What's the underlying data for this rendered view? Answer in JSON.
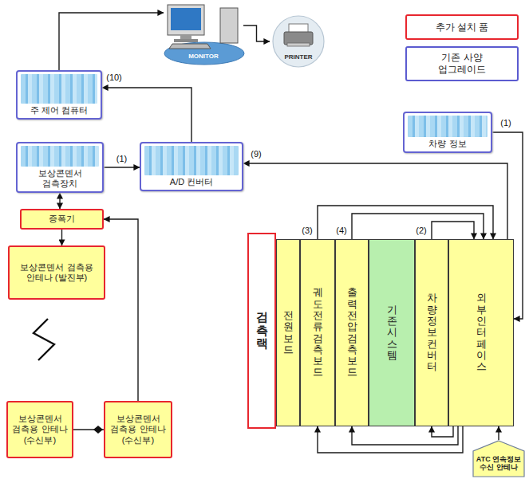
{
  "diagram": {
    "nodes": [
      {
        "text": [
          "MONITOR"
        ]
      },
      {
        "text": [
          "PRINTER"
        ]
      },
      {
        "text": [
          "주 제어 컴퓨터"
        ]
      },
      {
        "text": [
          "보상콘덴서 검측장치"
        ]
      },
      {
        "text": [
          "A/D 컨버터"
        ]
      },
      {
        "text": [
          "차량 정보"
        ]
      },
      {
        "text": [
          "증폭기"
        ]
      },
      {
        "text": [
          "보상콘덴서 검측용 안테나 (발진부)"
        ]
      },
      {
        "text": [
          "보상콘덴서 검측용 안테나 (수신부)"
        ]
      },
      {
        "text": [
          "보상콘덴서 검측용 안테나 (수신부)"
        ]
      },
      {
        "text": [
          "검측랙"
        ]
      },
      {
        "text": [
          "전원 보드"
        ]
      },
      {
        "text": [
          "궤도전류 검측 보드"
        ]
      },
      {
        "text": [
          "출력전압 검측 보드"
        ]
      },
      {
        "text": [
          "기존 시스템"
        ]
      },
      {
        "text": [
          "차량정보 컨버터"
        ]
      },
      {
        "text": [
          "외부 인터페이스"
        ]
      },
      {
        "text": [
          "ATC 연속정보 수신 안테나"
        ]
      }
    ],
    "edges": [
      {
        "from": 2,
        "to": 0,
        "arrow": "to"
      },
      {
        "from": 0,
        "to": 1,
        "arrow": "to"
      },
      {
        "from": 3,
        "to": 4,
        "arrow": "to",
        "label": "(1)"
      },
      {
        "from": 4,
        "to": 2,
        "arrow": "to",
        "label": "(10)"
      },
      {
        "from": 16,
        "to": 4,
        "arrow": "to",
        "label": "(9)"
      },
      {
        "from": 5,
        "to": 16,
        "arrow": "to",
        "label": "(1)"
      },
      {
        "from": 3,
        "to": 6,
        "arrow": "both"
      },
      {
        "from": 6,
        "to": 7,
        "arrow": "to"
      },
      {
        "from": 9,
        "to": 6,
        "arrow": "to"
      },
      {
        "from": 8,
        "to": 9,
        "arrow": "none"
      },
      {
        "from": 12,
        "to": 16,
        "arrow": "to",
        "label": "(3)"
      },
      {
        "from": 13,
        "to": 16,
        "arrow": "to",
        "label": "(4)"
      },
      {
        "from": 15,
        "to": 16,
        "arrow": "to",
        "label": "(2)"
      },
      {
        "from": 16,
        "to": 15,
        "arrow": "to"
      },
      {
        "from": 16,
        "to": 13,
        "arrow": "to"
      },
      {
        "from": 16,
        "to": 12,
        "arrow": "to"
      },
      {
        "from": 17,
        "to": 16,
        "arrow": "to"
      }
    ],
    "legend": [
      {
        "text": "추가 설치 품",
        "color": "#e8262e"
      },
      {
        "text": "기존 사양 업그레이드",
        "color": "#5b5bd0"
      }
    ]
  }
}
